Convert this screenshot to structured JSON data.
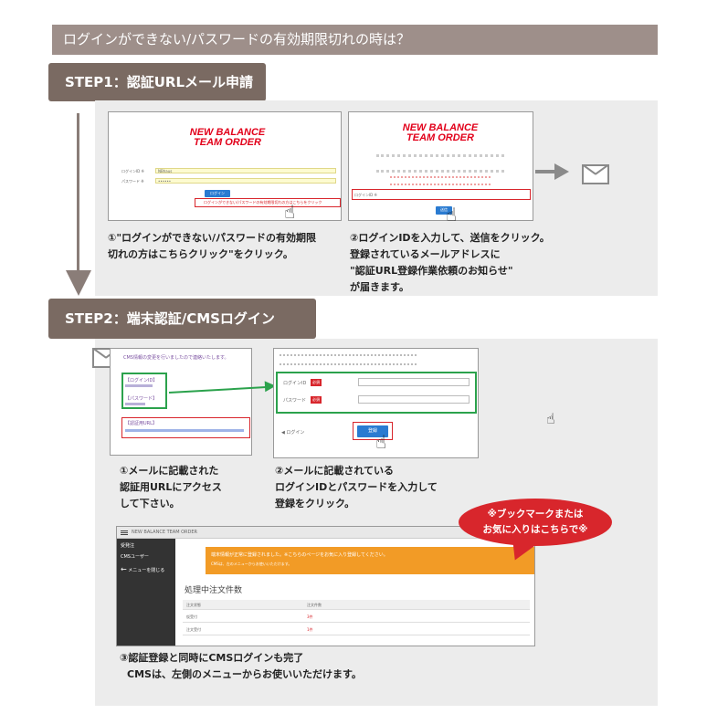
{
  "header": {
    "title": "ログインができない/パスワードの有効期限切れの時は？"
  },
  "step1": {
    "tab_label": "STEP1：認証URLメール申請",
    "shot1": {
      "logo_line1": "NEW BALANCE",
      "logo_line2": "TEAM ORDER",
      "login_id_label": "ログインID ※",
      "password_label": "パスワード ※",
      "login_id_value": "NBhaus",
      "password_value": "••••••",
      "login_button": "ログイン",
      "forgot_link": "ログインができない/パスワードの有効期限切れの方はこちらをクリック"
    },
    "shot2": {
      "logo_line1": "NEW BALANCE",
      "logo_line2": "TEAM ORDER",
      "login_id_label": "ログインID ※",
      "send_button": "送信"
    },
    "caption1": [
      "①\"ログインができない/パスワードの有効期限",
      "切れの方はこちらクリック\"をクリック。"
    ],
    "caption2": [
      "②ログインIDを入力して、送信をクリック。",
      "登録されているメールアドレスに",
      "\"認証URL登録作業依頼のお知らせ\"",
      "が届きます。"
    ],
    "mail_icon": "envelope-icon"
  },
  "step2": {
    "tab_label": "STEP2：端末認証/CMSログイン",
    "mail": {
      "intro": "CMS情報の変更を行いましたので連絡いたします。",
      "login_id_label": "【ログインID】",
      "password_label": "【パスワード】",
      "auth_url_label": "【認証用URL】"
    },
    "form": {
      "login_id_label": "ログインID",
      "password_label": "パスワード",
      "required_tag": "必須",
      "back_link": "◀ ログイン",
      "register_button": "登録"
    },
    "caption1": [
      "①メールに記載された",
      "認証用URLにアクセス",
      "して下さい。"
    ],
    "caption2": [
      "②メールに記載されている",
      "ログインIDとパスワードを入力して",
      "登録をクリック。"
    ],
    "bubble": [
      "※ブックマークまたは",
      "お気に入りはこちらで※"
    ],
    "cms": {
      "topbar_title": "NEW BALANCE TEAM ORDER",
      "menu_items": [
        "受発注",
        "CMSユーザー"
      ],
      "close_menu": "メニューを閉じる",
      "banner_line1": "端末情報が正常に登録されました。※こちらのページをお気に入り登録してください。",
      "banner_line2": "CMSは、左のメニューからお使いいただけます。",
      "section_title": "処理中注文件数",
      "col_status": "注文状態",
      "col_count": "注文件数",
      "rows": [
        {
          "status": "仮受付",
          "count": "3件"
        },
        {
          "status": "注文受付",
          "count": "1件"
        }
      ]
    },
    "caption3": [
      "③認証登録と同時にCMSログインも完了",
      "CMSは、左側のメニューからお使いいただけます。"
    ]
  }
}
